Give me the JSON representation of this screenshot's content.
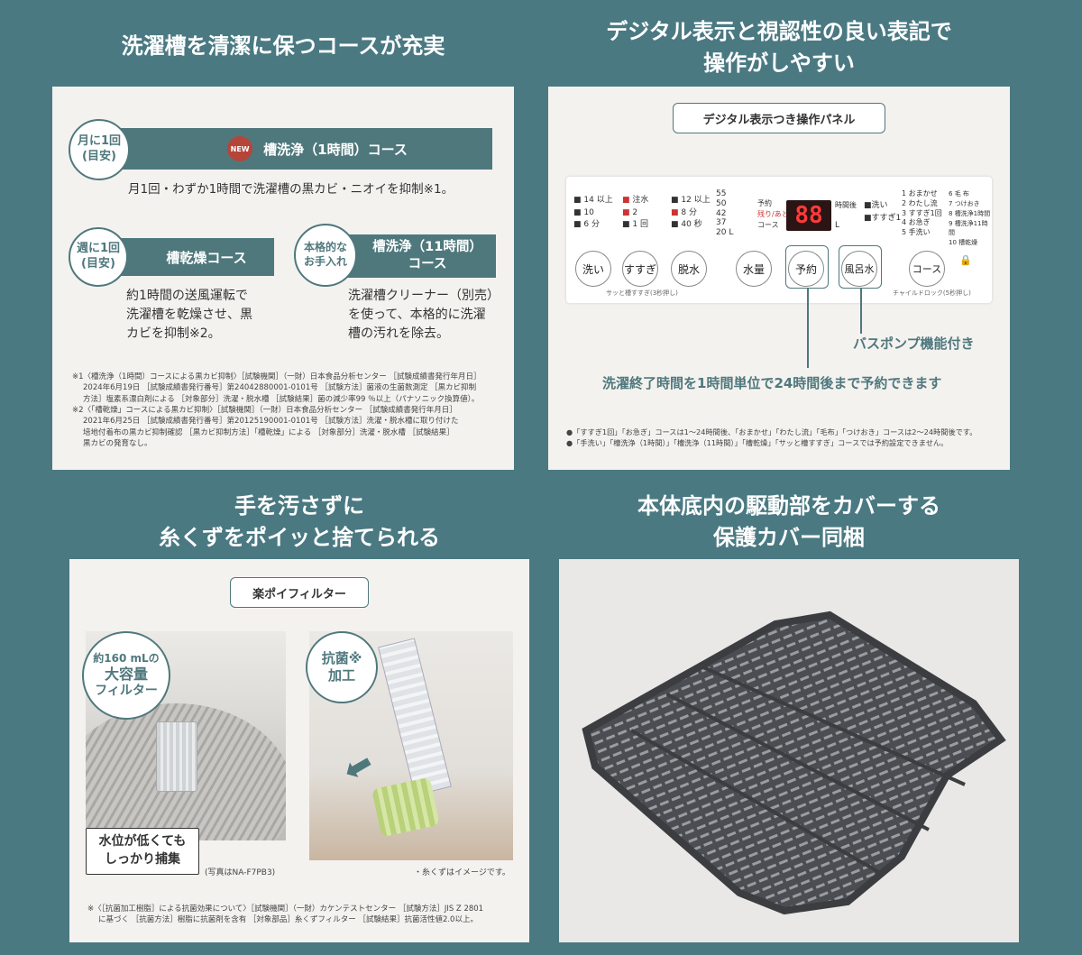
{
  "headings": {
    "h1": "洗濯槽を清潔に保つコースが充実",
    "h2_line1": "デジタル表示と視認性の良い表記で",
    "h2_line2": "操作がしやすい",
    "h3_line1": "手を汚さずに",
    "h3_line2": "糸くずをポイッと捨てられる",
    "h4_line1": "本体底内の駆動部をカバーする",
    "h4_line2": "保護カバー同梱"
  },
  "panel1": {
    "circle1_line1": "月に1回",
    "circle1_line2": "(目安)",
    "new_badge": "NEW",
    "course1_title": "槽洗浄（1時間）コース",
    "course1_desc": "月1回・わずか1時間で洗濯槽の黒カビ・ニオイを抑制※1。",
    "circle2_line1": "週に1回",
    "circle2_line2": "(目安)",
    "course2_title": "槽乾燥コース",
    "course2_desc1": "約1時間の送風運転で",
    "course2_desc2": "洗濯槽を乾燥させ、黒",
    "course2_desc3": "カビを抑制※2。",
    "circle3_line1": "本格的な",
    "circle3_line2": "お手入れ",
    "course3_title1": "槽洗浄（11時間）",
    "course3_title2": "コース",
    "course3_desc1": "洗濯槽クリーナー（別売）",
    "course3_desc2": "を使って、本格的に洗濯",
    "course3_desc3": "槽の汚れを除去。",
    "note1_1": "※1〈槽洗浄（1時間）コースによる黒カビ抑制〉［試験機関］（一財）日本食品分析センター ［試験成績書発行年月日］",
    "note1_2": "2024年6月19日 ［試験成績書発行番号］第24042880001-0101号 ［試験方法］菌液の生菌数測定 ［黒カビ抑制",
    "note1_3": "方法］塩素系漂白剤による ［対象部分］洗濯・脱水槽 ［試験結果］菌の減少率99 ％以上（パナソニック換算値）。",
    "note2_1": "※2〈「槽乾燥」コースによる黒カビ抑制〉［試験機関］（一財）日本食品分析センター ［試験成績書発行年月日］",
    "note2_2": "2021年6月25日 ［試験成績書発行番号］第20125190001-0101号 ［試験方法］洗濯・脱水槽に取り付けた",
    "note2_3": "培地付着布の黒カビ抑制確認 ［黒カビ抑制方法］「槽乾燥」による ［対象部分］洗濯・脱水槽 ［試験結果］",
    "note2_4": "黒カビの発育なし。"
  },
  "panel2": {
    "label": "デジタル表示つき操作パネル",
    "col1": [
      "14 以上",
      "10",
      "6 分"
    ],
    "col2": [
      "注水",
      "2",
      "1 回"
    ],
    "col3": [
      "12 以上",
      "8 分",
      "40 秒"
    ],
    "col4": [
      "55",
      "50",
      "42",
      "37",
      "20 L"
    ],
    "yoyaku": "予約",
    "nokori": "残り/あと",
    "course": "コース",
    "jikan": "時間後",
    "display": "88",
    "liter": "L",
    "wash_opts": [
      "洗い",
      "すすぎ1"
    ],
    "courses_a": [
      "おまかせ",
      "わたし流",
      "すすぎ1回",
      "お急ぎ",
      "手洗い"
    ],
    "courses_b": [
      "毛 布",
      "つけおき",
      "槽洗浄1時間",
      "槽洗浄11時間",
      "槽乾燥"
    ],
    "buttons": [
      "洗い",
      "すすぎ",
      "脱水",
      "水量",
      "予約",
      "風呂水",
      "コース"
    ],
    "sub_left": "サッと槽すすぎ(3秒押し)",
    "sub_right": "チャイルドロック(5秒押し)",
    "callout_bath": "バスポンプ機能付き",
    "callout_timer": "洗濯終了時間を1時間単位で24時間後まで予約できます",
    "note1": "●「すすぎ1回」「お急ぎ」コースは1〜24時間後、「おまかせ」「わたし流」「毛布」「つけおき」コースは2〜24時間後です。",
    "note2": "●「手洗い」「槽洗浄（1時間）」「槽洗浄（11時間）」「槽乾燥」「サッと槽すすぎ」コースでは予約設定できません。"
  },
  "panel3": {
    "label": "楽ポイフィルター",
    "circle1_line1": "約160 mLの",
    "circle1_line2": "大容量",
    "circle1_line3": "フィルター",
    "circle2_line1": "抗菌※",
    "circle2_line2": "加工",
    "box_line1": "水位が低くても",
    "box_line2": "しっかり捕集",
    "photo_caption": "(写真はNA-F7PB3)",
    "image_caption": "・糸くずはイメージです。",
    "note1": "※〈［抗菌加工樹脂］による抗菌効果について〉［試験機関］（一財）カケンテストセンター ［試験方法］JIS Z 2801",
    "note2": "に基づく ［抗菌方法］樹脂に抗菌剤を含有 ［対象部品］糸くずフィルター ［試験結果］抗菌活性値2.0以上。"
  }
}
